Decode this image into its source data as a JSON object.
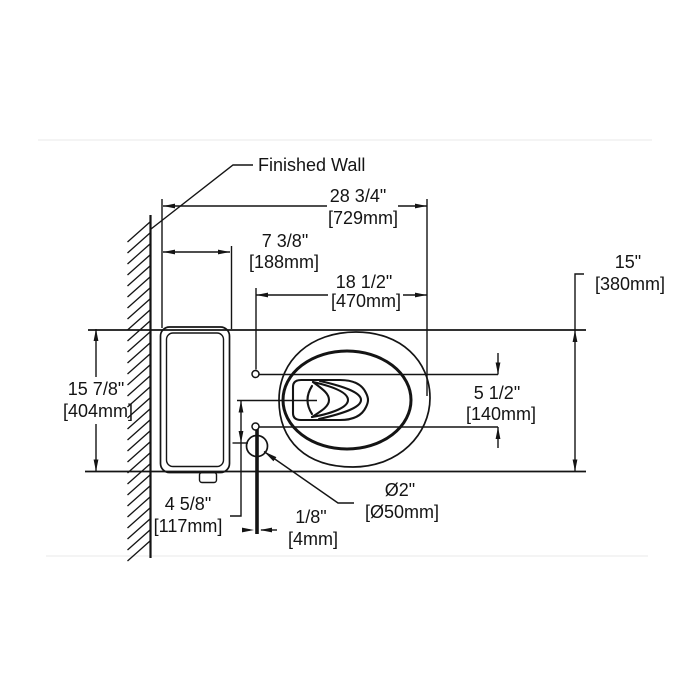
{
  "drawing": {
    "wall_label": "Finished Wall",
    "dimensions": {
      "overall_depth": {
        "in": "28 3/4\"",
        "mm": "[729mm]"
      },
      "tank_depth": {
        "in": "7 3/8\"",
        "mm": "[188mm]"
      },
      "holes_to_front": {
        "in": "18 1/2\"",
        "mm": "[470mm]"
      },
      "bowl_width": {
        "in": "15\"",
        "mm": "[380mm]"
      },
      "tank_width": {
        "in": "15 7/8\"",
        "mm": "[404mm]"
      },
      "bolt_hole_spacing": {
        "in": "5 1/2\"",
        "mm": "[140mm]"
      },
      "supply_offset": {
        "in": "4 5/8\"",
        "mm": "[117mm]"
      },
      "supply_clearance": {
        "in": "1/8\"",
        "mm": "[4mm]"
      },
      "supply_hole_dia": {
        "in": "Ø2\"",
        "mm": "[Ø50mm]"
      }
    }
  }
}
